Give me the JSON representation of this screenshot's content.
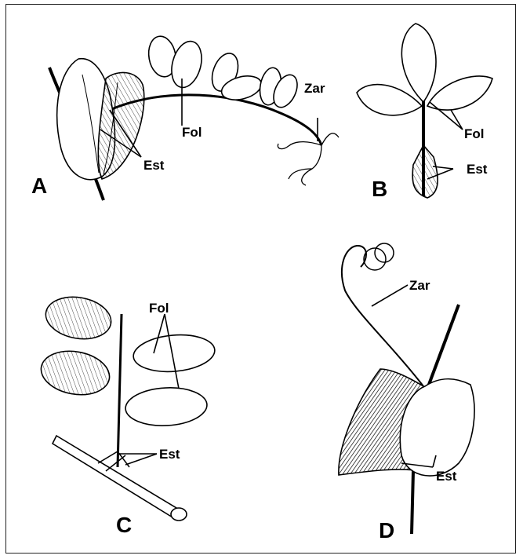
{
  "panels": {
    "a": {
      "letter": "A",
      "labels": {
        "fol": "Fol",
        "est": "Est",
        "zar": "Zar"
      }
    },
    "b": {
      "letter": "B",
      "labels": {
        "fol": "Fol",
        "est": "Est"
      }
    },
    "c": {
      "letter": "C",
      "labels": {
        "fol": "Fol",
        "est": "Est"
      }
    },
    "d": {
      "letter": "D",
      "labels": {
        "zar": "Zar",
        "est": "Est"
      }
    }
  },
  "colors": {
    "ink": "#000000",
    "paper": "#ffffff"
  }
}
